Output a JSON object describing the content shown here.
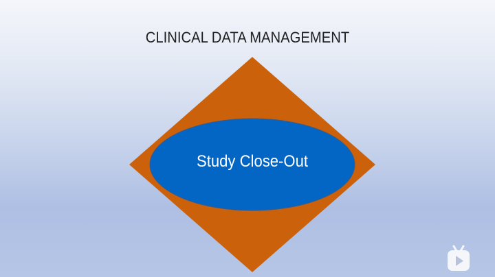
{
  "slide": {
    "title": "CLINICAL DATA MANAGEMENT",
    "diagram": {
      "outer_shape": "diamond",
      "outer_color": "#cc610c",
      "inner_shape": "ellipse",
      "inner_color": "#0466c4",
      "label": "Study Close-Out",
      "label_color": "#ffffff"
    }
  },
  "overlay": {
    "icon": "tv-play-icon"
  }
}
